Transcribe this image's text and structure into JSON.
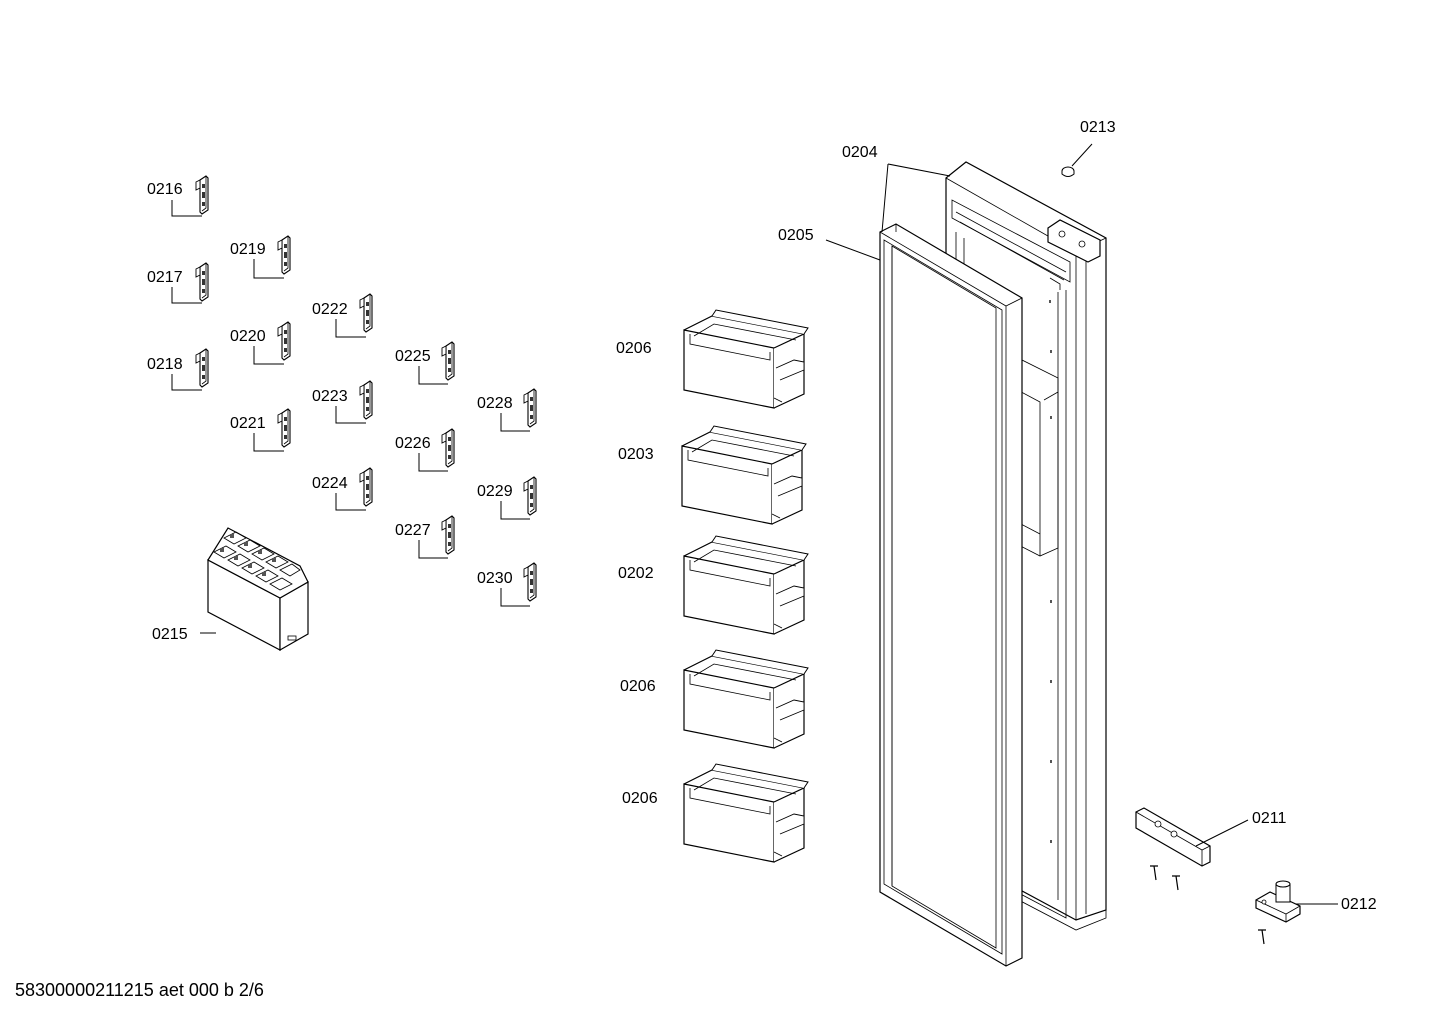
{
  "labels": {
    "p0216": "0216",
    "p0217": "0217",
    "p0218": "0218",
    "p0219": "0219",
    "p0220": "0220",
    "p0221": "0221",
    "p0222": "0222",
    "p0223": "0223",
    "p0224": "0224",
    "p0225": "0225",
    "p0226": "0226",
    "p0227": "0227",
    "p0228": "0228",
    "p0229": "0229",
    "p0230": "0230",
    "p0215": "0215",
    "p0206a": "0206",
    "p0203": "0203",
    "p0202": "0202",
    "p0206b": "0206",
    "p0206c": "0206",
    "p0205": "0205",
    "p0204": "0204",
    "p0213": "0213",
    "p0211": "0211",
    "p0212": "0212"
  },
  "footer": "58300000211215 aet 000 b 2/6"
}
